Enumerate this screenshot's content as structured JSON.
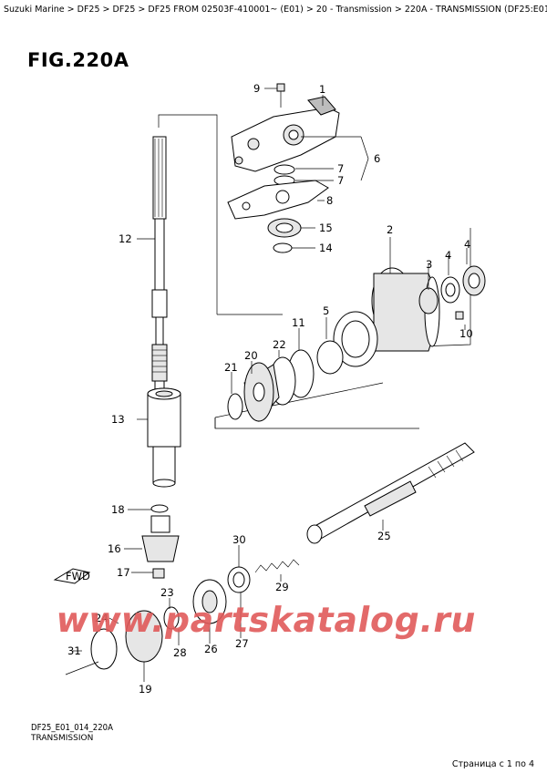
{
  "breadcrumb": "Suzuki Marine > DF25 > DF25 > DF25 FROM 02503F-410001~ (E01) > 20 - Transmission > 220A - TRANSMISSION (DF25:E01)",
  "figure_title": "FIG.220A",
  "footer": {
    "code": "DF25_E01_014_220A",
    "name": "TRANSMISSION"
  },
  "page_info": "Страница с 1 по 4",
  "watermark": "www.partskatalog.ru",
  "front_label": "FWD",
  "callouts": {
    "c1": "1",
    "c2": "2",
    "c3": "3",
    "c4a": "4",
    "c4b": "4",
    "c5": "5",
    "c6": "6",
    "c7a": "7",
    "c7b": "7",
    "c8": "8",
    "c9": "9",
    "c10": "10",
    "c11": "11",
    "c12": "12",
    "c13": "13",
    "c14": "14",
    "c15": "15",
    "c16": "16",
    "c17": "17",
    "c18": "18",
    "c19": "19",
    "c20": "20",
    "c21": "21",
    "c22": "22",
    "c23": "23",
    "c24": "24",
    "c25": "25",
    "c26": "26",
    "c27": "27",
    "c28": "28",
    "c29": "29",
    "c30": "30",
    "c31": "31"
  }
}
